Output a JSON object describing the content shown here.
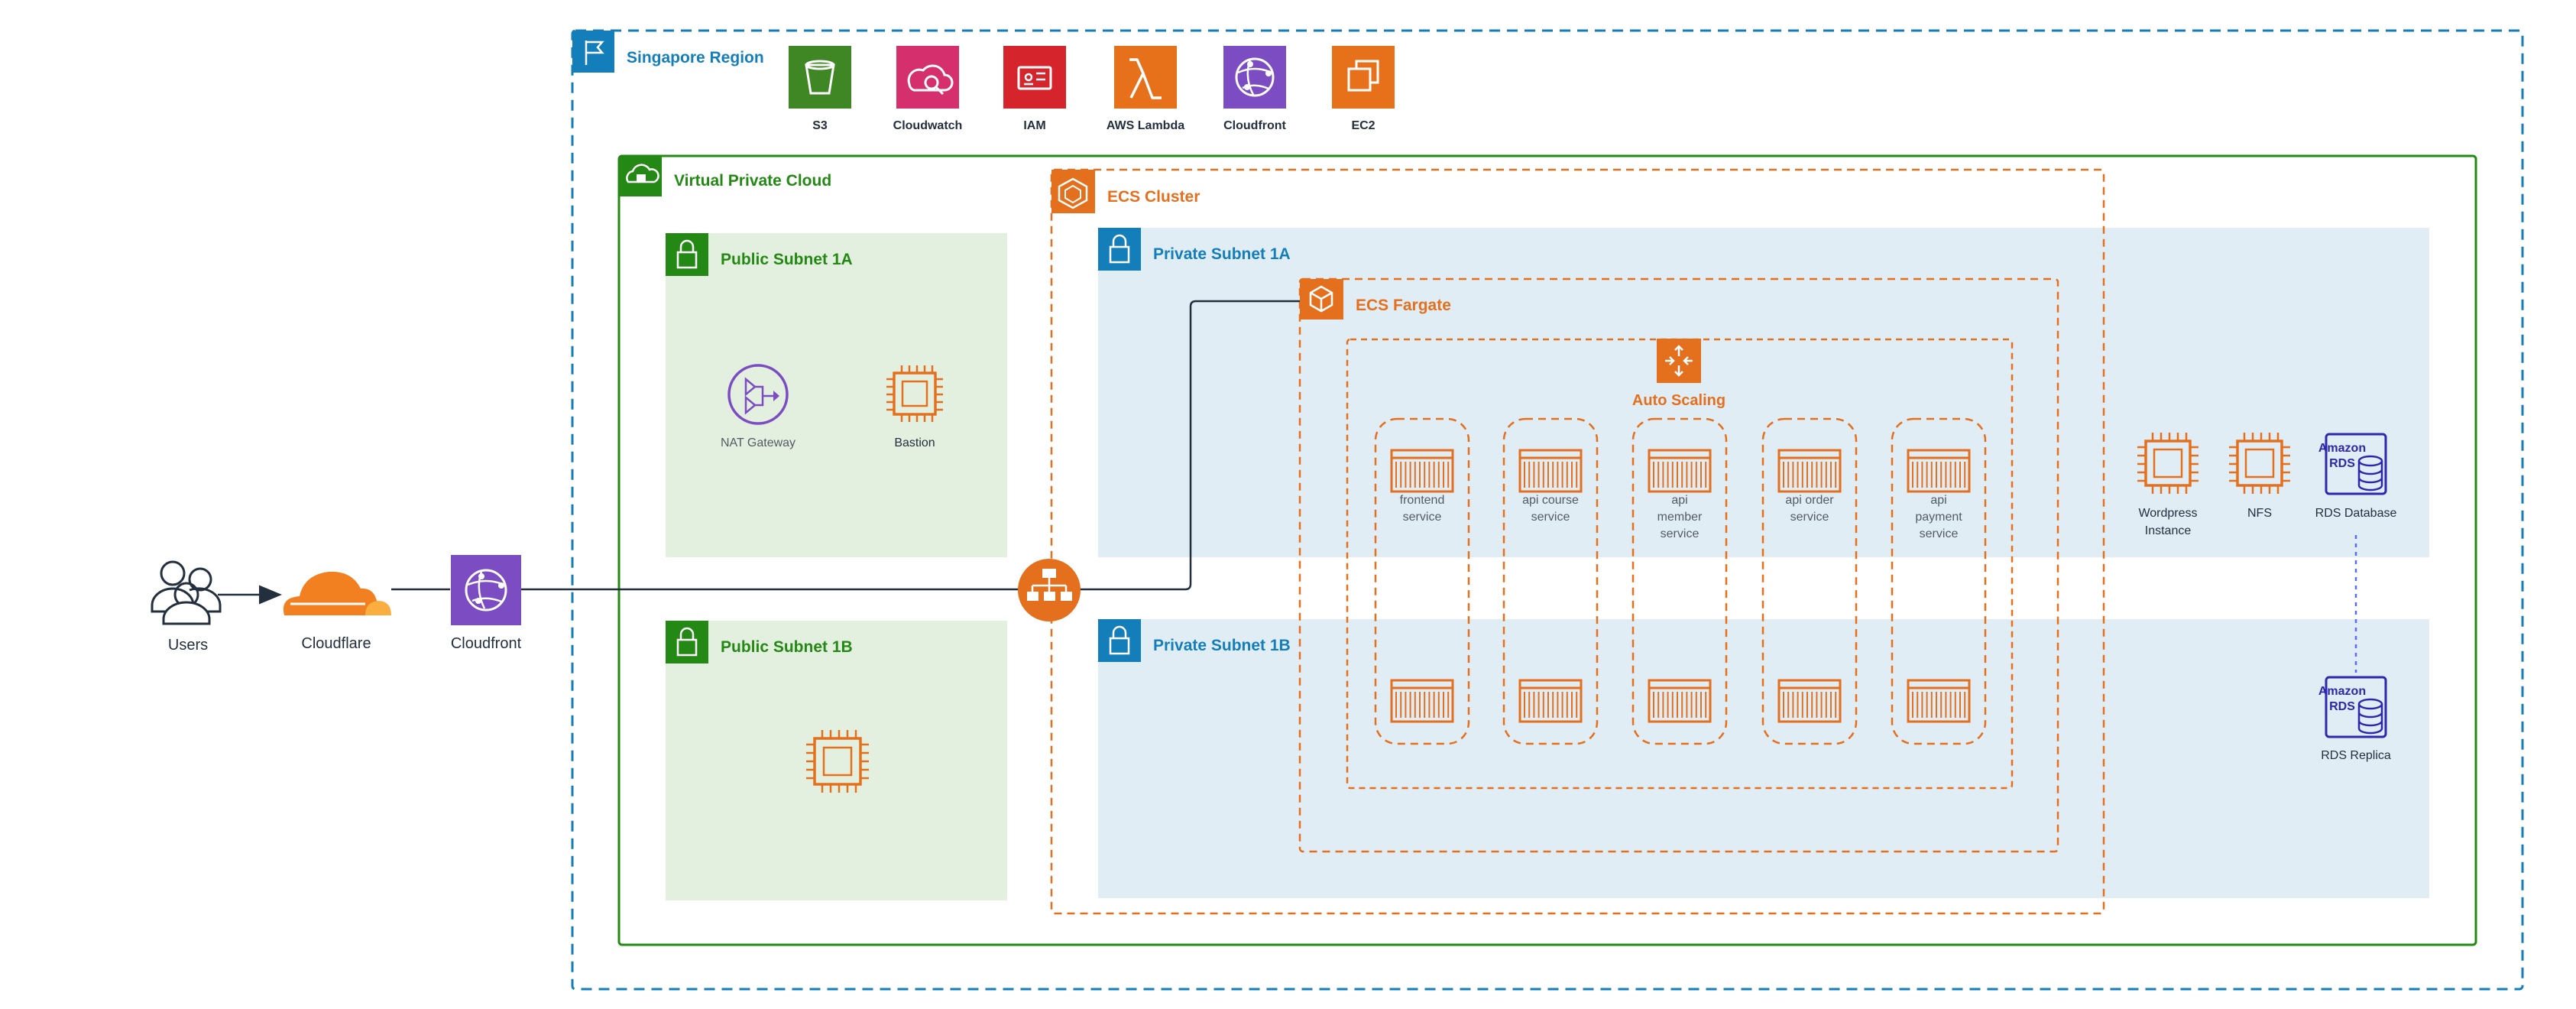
{
  "external": {
    "users": "Users",
    "cloudflare": "Cloudflare",
    "cloudfront": "Cloudfront"
  },
  "region": {
    "title": "Singapore Region",
    "services": [
      {
        "label": "S3",
        "icon": "s3-bucket-icon",
        "color": "#3f8624"
      },
      {
        "label": "Cloudwatch",
        "icon": "cloudwatch-icon",
        "color": "#d62f6d"
      },
      {
        "label": "IAM",
        "icon": "iam-icon",
        "color": "#d6242d"
      },
      {
        "label": "AWS Lambda",
        "icon": "lambda-icon",
        "color": "#e7711b"
      },
      {
        "label": "Cloudfront",
        "icon": "cloudfront-icon",
        "color": "#7b4cc2"
      },
      {
        "label": "EC2",
        "icon": "ec2-icon",
        "color": "#e7711b"
      }
    ]
  },
  "vpc": {
    "title": "Virtual Private Cloud",
    "public_subnet_1a": {
      "title": "Public Subnet 1A",
      "nat_gateway": "NAT Gateway",
      "bastion": "Bastion"
    },
    "public_subnet_1b": {
      "title": "Public Subnet 1B"
    }
  },
  "ecs": {
    "cluster_title": "ECS Cluster",
    "private_subnet_1a": "Private Subnet 1A",
    "private_subnet_1b": "Private Subnet 1B",
    "fargate_title": "ECS Fargate",
    "auto_scaling": "Auto Scaling",
    "services": [
      {
        "lines": [
          "frontend",
          "service"
        ]
      },
      {
        "lines": [
          "api course",
          "service"
        ]
      },
      {
        "lines": [
          "api",
          "member",
          "service"
        ]
      },
      {
        "lines": [
          "api order",
          "service"
        ]
      },
      {
        "lines": [
          "api",
          "payment",
          "service"
        ]
      }
    ]
  },
  "private_resources": {
    "wordpress": [
      "Wordpress",
      "Instance"
    ],
    "nfs": "NFS",
    "rds_database": "RDS Database",
    "rds_replica": "RDS Replica",
    "rds_badge_line1": "Amazon",
    "rds_badge_line2": "RDS"
  },
  "colors": {
    "region_border": "#147eba",
    "vpc_green": "#248814",
    "public_subnet_fill": "#e4f0df",
    "private_subnet_fill": "#e0edf4",
    "ecs_orange": "#e4701e",
    "subnet_header_blue": "#147eba",
    "rds_blue": "#2e27ad",
    "cloudflare_orange": "#f38020"
  }
}
